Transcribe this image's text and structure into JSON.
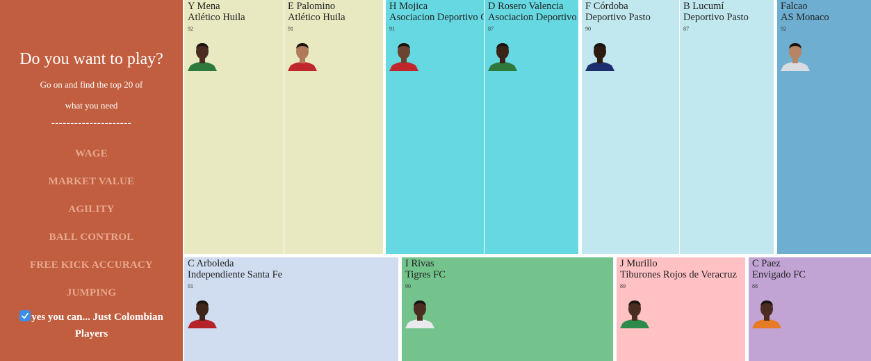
{
  "sidebar": {
    "title": "Do you want to play?",
    "subtitle_line1": "Go on and find the top 20 of",
    "subtitle_line2": "what you need",
    "divider": "---------------------",
    "options": [
      {
        "label": "WAGE",
        "active": false
      },
      {
        "label": "MARKET VALUE",
        "active": false
      },
      {
        "label": "AGILITY",
        "active": false
      },
      {
        "label": "BALL CONTROL",
        "active": true
      },
      {
        "label": "FREE KICK ACCURACY",
        "active": false
      },
      {
        "label": "JUMPING",
        "active": true
      }
    ],
    "checkbox": {
      "checked": true,
      "line1": "yes you can... Just Colombian",
      "line2": "Players"
    }
  },
  "players": [
    {
      "name": "Y  Mena",
      "club": "Atlético Huila",
      "score": "92",
      "color": "#e8e9c1",
      "shirt": "#2e7a3c",
      "skin": "#4a2d20"
    },
    {
      "name": "E  Palomino",
      "club": "Atlético Huila",
      "score": "91",
      "color": "#e8e9c1",
      "shirt": "#c0272d",
      "skin": "#b07a5a"
    },
    {
      "name": "H  Mojica",
      "club": "Asociacion Deportivo Cali",
      "score": "91",
      "color": "#66d8e1",
      "shirt": "#c0272d",
      "skin": "#6b4331"
    },
    {
      "name": "D  Rosero Valencia",
      "club": "Asociacion Deportivo Cali",
      "score": "87",
      "color": "#66d8e1",
      "shirt": "#2e7a3c",
      "skin": "#3a2418"
    },
    {
      "name": "F  Córdoba",
      "club": "Deportivo Pasto",
      "score": "90",
      "color": "#c1e8ee",
      "shirt": "#1d2f6e",
      "skin": "#2d1b12"
    },
    {
      "name": "B  Lucumí",
      "club": "Deportivo Pasto",
      "score": "87",
      "color": "#c1e8ee",
      "shirt": "",
      "skin": ""
    },
    {
      "name": "Falcao",
      "club": "AS Monaco",
      "score": "92",
      "color": "#6eaed0",
      "shirt": "#d9dde3",
      "skin": "#b88466"
    },
    {
      "name": "C  Arboleda",
      "club": "Independiente Santa Fe",
      "score": "91",
      "color": "#d0dcef",
      "shirt": "#b4232a",
      "skin": "#3e261a"
    },
    {
      "name": "I  Rivas",
      "club": "Tigres FC",
      "score": "90",
      "color": "#74c38d",
      "shirt": "#e8eaee",
      "skin": "#4b2e20"
    },
    {
      "name": "J  Murillo",
      "club": "Tiburones Rojos de Veracruz",
      "score": "89",
      "color": "#ffc1c3",
      "shirt": "#2e8a4a",
      "skin": "#4a2d20"
    },
    {
      "name": "C  Paez",
      "club": "Envigado FC",
      "score": "88",
      "color": "#c1a3d4",
      "shirt": "#e77a25",
      "skin": "#4a2d20"
    }
  ]
}
